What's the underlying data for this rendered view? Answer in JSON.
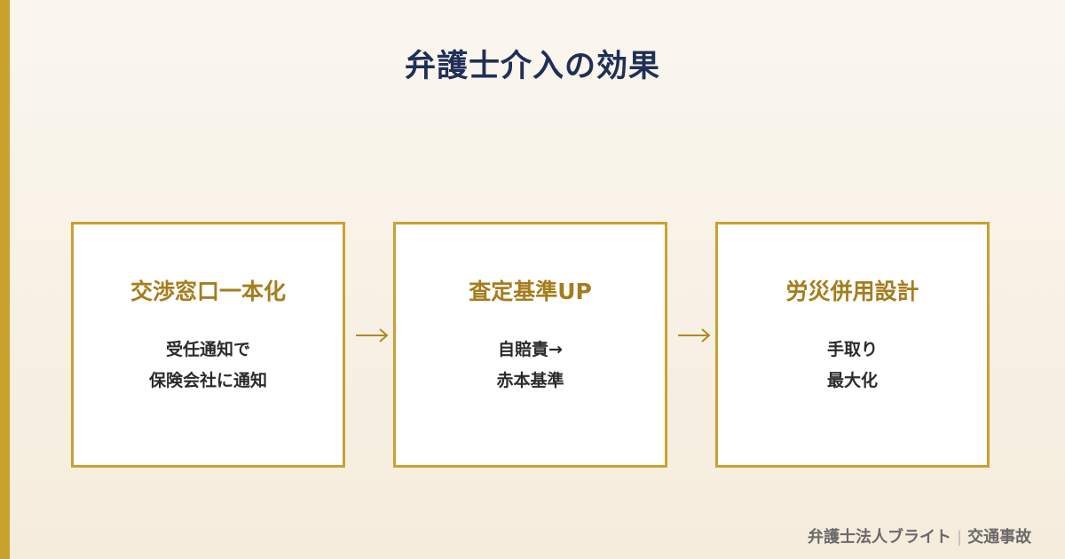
{
  "title": "弁護士介入の効果",
  "cards": [
    {
      "title": "交渉窓口一本化",
      "lines": [
        "受任通知で",
        "保険会社に通知"
      ]
    },
    {
      "title": "査定基準UP",
      "lines": [
        "自賠責→",
        "赤本基準"
      ]
    },
    {
      "title": "労災併用設計",
      "lines": [
        "手取り",
        "最大化"
      ]
    }
  ],
  "footer": {
    "firm": "弁護士法人ブライト",
    "separator": "|",
    "topic": "交通事故"
  },
  "colors": {
    "accent": "#c9a22d",
    "title": "#1f2f57",
    "card_title": "#a57d1d"
  }
}
